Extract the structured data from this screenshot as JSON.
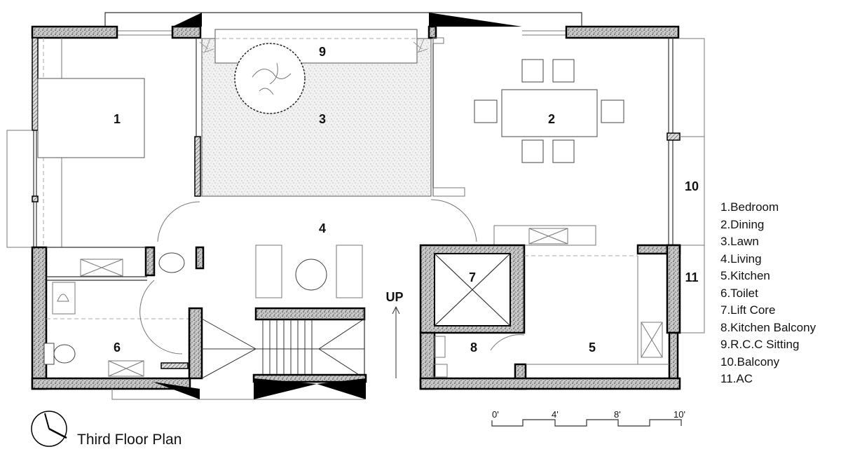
{
  "rooms": {
    "r1": "1",
    "r2": "2",
    "r3": "3",
    "r4": "4",
    "r5": "5",
    "r6": "6",
    "r7": "7",
    "r8": "8",
    "r9": "9",
    "r10": "10",
    "r11": "11",
    "up": "UP"
  },
  "legend": [
    "1.Bedroom",
    "2.Dining",
    "3.Lawn",
    "4.Living",
    "5.Kitchen",
    "6.Toilet",
    "7.Lift Core",
    "8.Kitchen Balcony",
    "9.R.C.C Sitting",
    "10.Balcony",
    "11.AC"
  ],
  "scale": {
    "ticks": [
      "0'",
      "4'",
      "8'",
      "10'"
    ]
  },
  "title": "Third Floor Plan"
}
